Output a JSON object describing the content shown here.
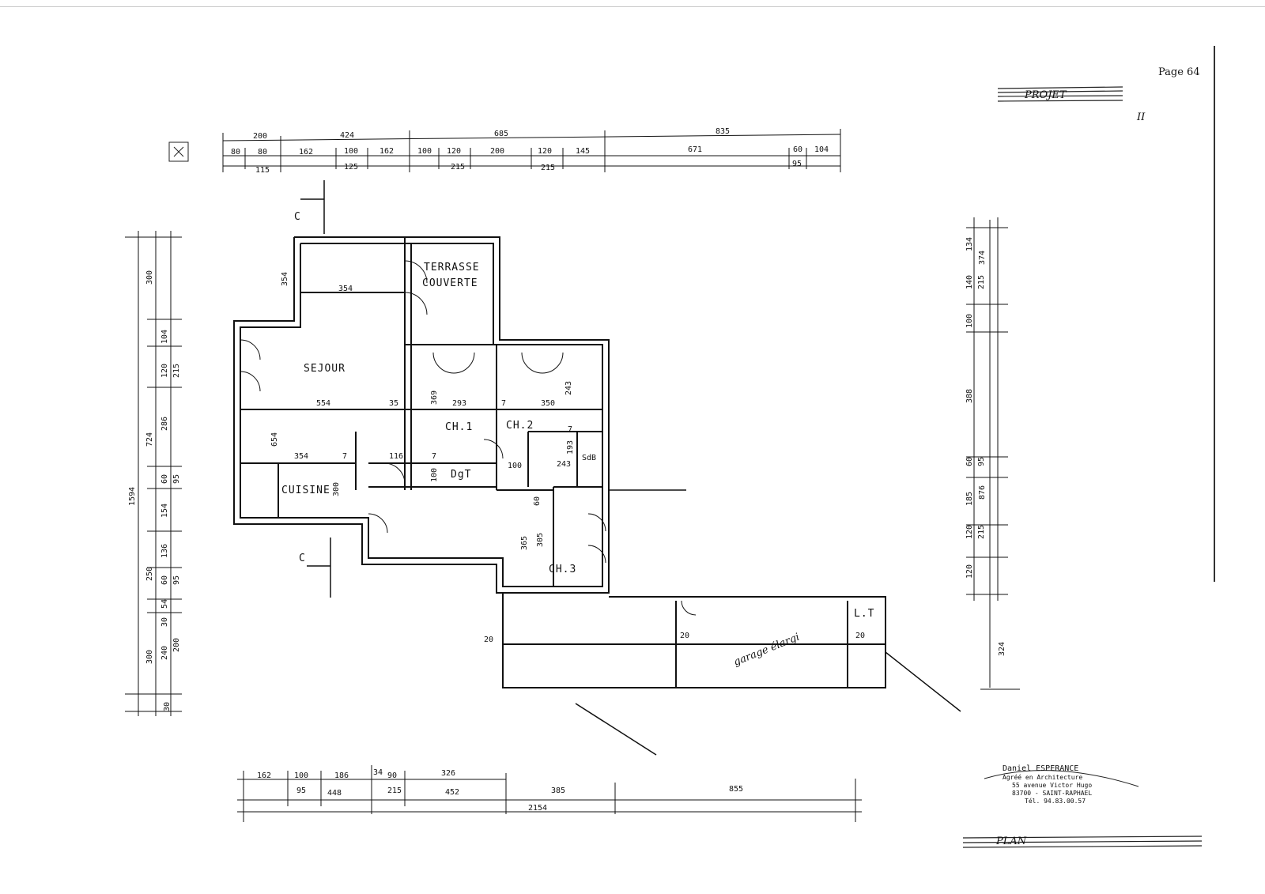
{
  "page_label": "Page 64",
  "title_scribble": "PROJET",
  "title_mark": "II",
  "section_marker": "C",
  "rooms": {
    "terrasse_line1": "TERRASSE",
    "terrasse_line2": "COUVERTE",
    "sejour": "SEJOUR",
    "cuisine": "CUISINE",
    "ch1": "CH.1",
    "ch2": "CH.2",
    "ch3": "CH.3",
    "dgt": "DgT",
    "sdb": "SdB",
    "lt": "L.T",
    "garage_note": "garage élargi"
  },
  "architect": {
    "name": "Daniel ESPERANCE",
    "line2": "Agréé en Architecture",
    "line3": "55 avenue Victor Hugo",
    "line4": "83700 - SAINT-RAPHAEL",
    "line5": "Tél. 94.83.00.57"
  },
  "footer_scribble": "PLAN",
  "dims": {
    "top_row1": [
      "200",
      "424",
      "685",
      "835"
    ],
    "top_row2": [
      "80",
      "80",
      "162",
      "100",
      "162",
      "100",
      "120",
      "200",
      "120",
      "145",
      "671",
      "60",
      "104"
    ],
    "top_row3": [
      "115",
      "125",
      "215",
      "215",
      "95"
    ],
    "left_outer": "1594",
    "left_mid": [
      "300",
      "724",
      "250",
      "300",
      "30"
    ],
    "left_inner": [
      "104",
      "120",
      "215",
      "286",
      "60",
      "95",
      "154",
      "136",
      "60",
      "95",
      "54",
      "30",
      "240",
      "200"
    ],
    "right_col1": [
      "134",
      "140",
      "215",
      "100",
      "388",
      "60",
      "95",
      "185",
      "120",
      "215",
      "120",
      "324"
    ],
    "right_col2": [
      "374",
      "876"
    ],
    "bottom_row1": [
      "162",
      "100",
      "186",
      "34",
      "90",
      "326"
    ],
    "bottom_row2": [
      "95",
      "448",
      "215",
      "452",
      "385",
      "855"
    ],
    "bottom_total": "2154",
    "interior": [
      "354",
      "554",
      "35",
      "654",
      "354",
      "7",
      "116",
      "300",
      "369",
      "293",
      "7",
      "350",
      "243",
      "7",
      "193",
      "100",
      "7",
      "100",
      "243",
      "60",
      "365",
      "305",
      "20",
      "20",
      "20",
      "354"
    ]
  }
}
